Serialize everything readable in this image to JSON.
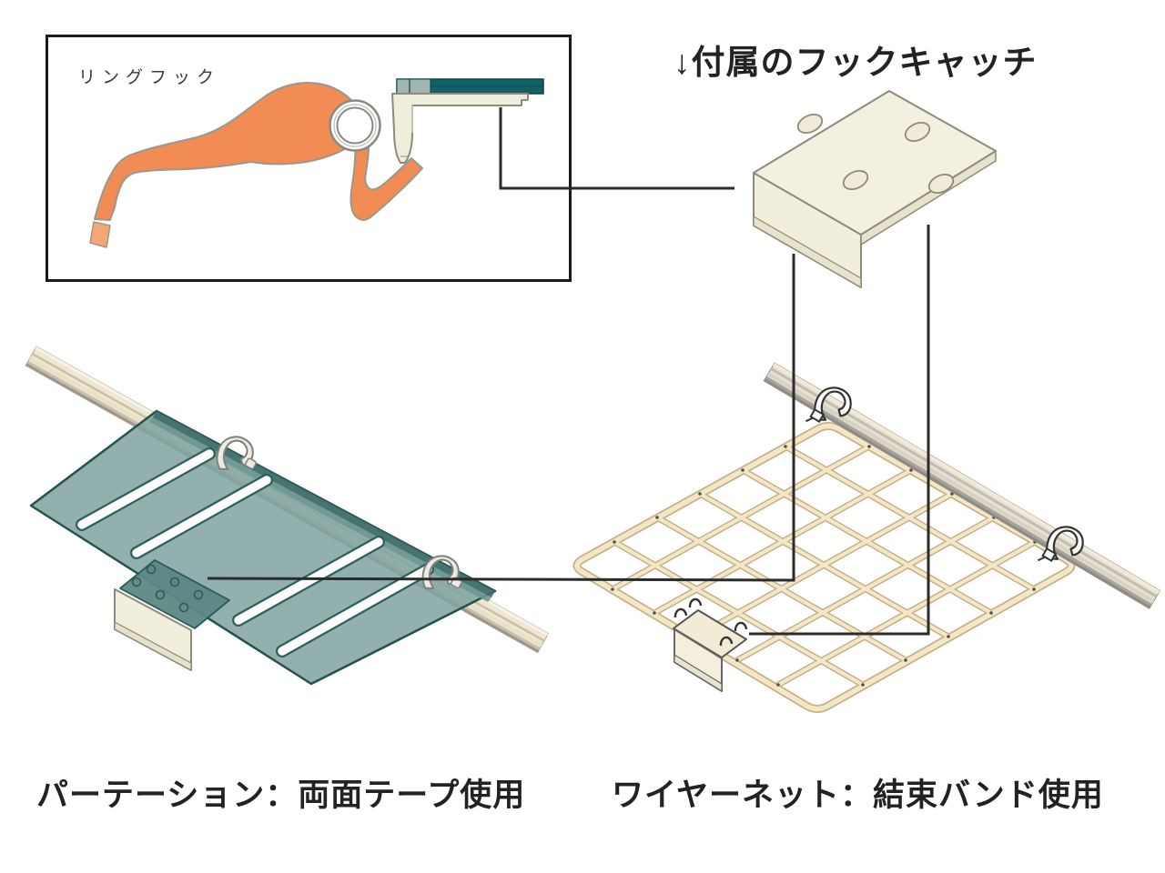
{
  "ring_hook_panel": {
    "label": "リングフック"
  },
  "hook_catch": {
    "heading": "↓付属のフックキャッチ"
  },
  "captions": {
    "partition": "パーテーション：両面テープ使用",
    "wire_net": "ワイヤーネット：結束バンド使用"
  },
  "colors": {
    "hook_orange": "#F28C55",
    "hook_orange_tip": "#F7A775",
    "panel_teal": "#7FA2A0",
    "panel_teal_dark": "#2E5F5B",
    "section_teal": "#126166",
    "bracket_cream": "#F2EEDC",
    "rail_cream": "#EFE7D3",
    "wire_cream": "#F3E7C7",
    "wire_outline": "#C6B087",
    "callout_line": "#2B2B2B",
    "text_dark": "#222222"
  }
}
